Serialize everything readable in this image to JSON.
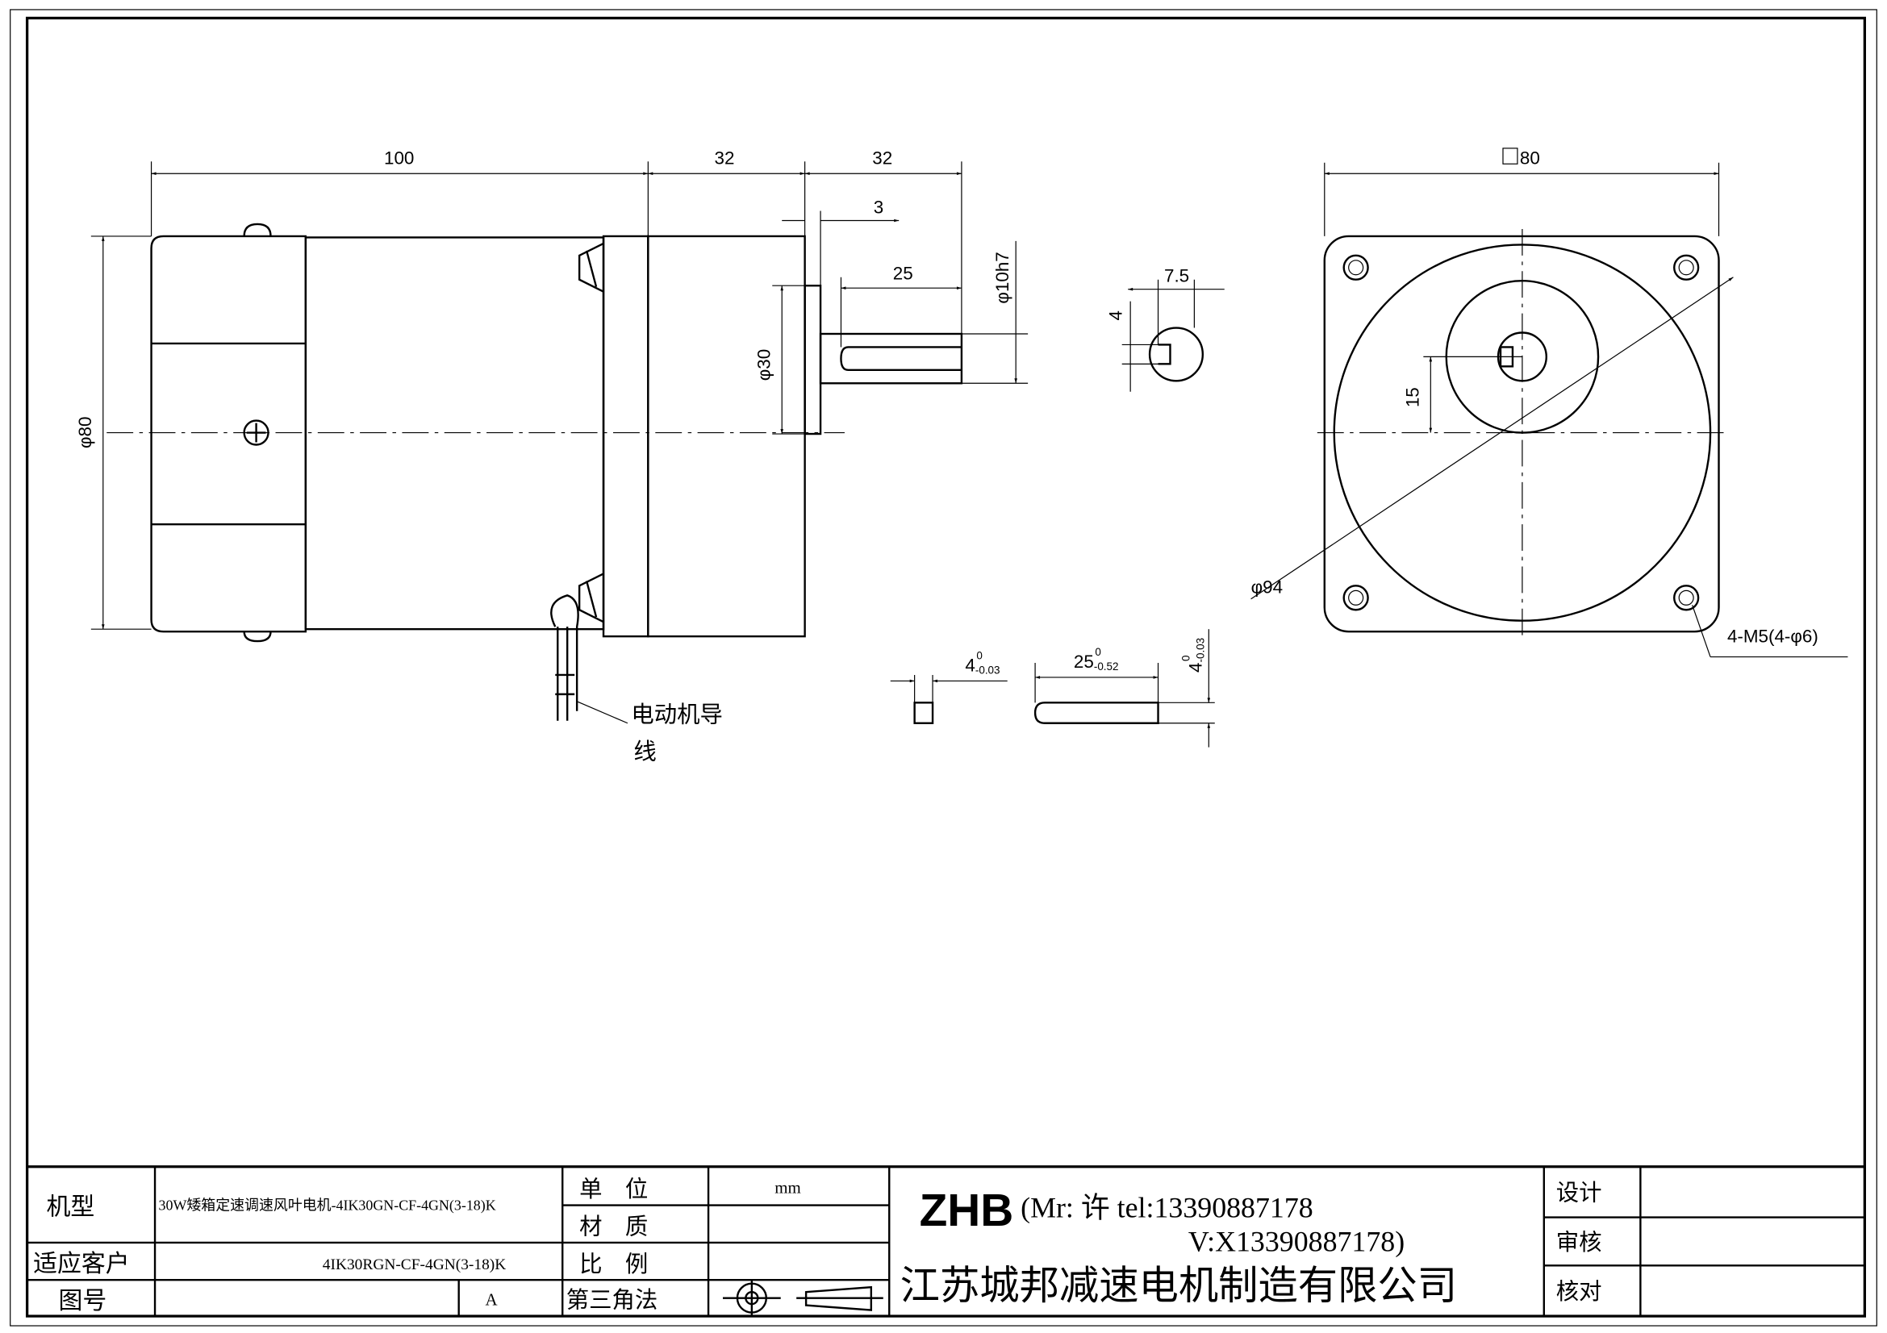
{
  "drawing": {
    "dims": {
      "len_body": "100",
      "len_flange": "32",
      "len_shaft": "32",
      "shoulder": "3",
      "key_len": "25",
      "shaft_dia": "φ10h7",
      "boss_dia": "φ30",
      "body_dia": "φ80",
      "key_pos": "7.5",
      "key_depth": "4",
      "square": "80",
      "pcd": "φ94",
      "offset": "15",
      "holes": "4-M5(4-φ6)",
      "key_w": "4",
      "key_w_tol_up": "0",
      "key_w_tol_lo": "-0.03",
      "key_l": "25",
      "key_l_tol_up": "0",
      "key_l_tol_lo": "-0.52",
      "key_h": "4",
      "key_h_tol_up": "0",
      "key_h_tol_lo": "-0.03"
    },
    "wire_label_1": "电动机导",
    "wire_label_2": "线"
  },
  "title_block": {
    "model_label": "机型",
    "model_value": "30W矮箱定速调速风叶电机-4IK30GN-CF-4GN(3-18)K",
    "customer_label": "适应客户",
    "customer_value": "4IK30RGN-CF-4GN(3-18)K",
    "drawing_no_label": "图号",
    "revision": "A",
    "unit_label": "单　位",
    "unit_value": "mm",
    "material_label": "材　质",
    "scale_label": "比　例",
    "projection_label": "第三角法",
    "brand": "ZHB",
    "contact_line1": "(Mr: 许 tel:13390887178",
    "contact_line2": "V:X13390887178)",
    "company": "江苏城邦减速电机制造有限公司",
    "design_label": "设计",
    "review_label": "审核",
    "check_label": "核对"
  }
}
